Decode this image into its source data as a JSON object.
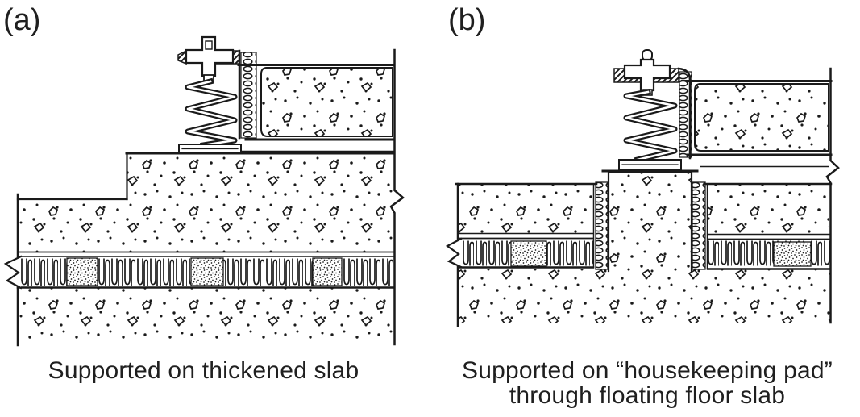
{
  "figure": {
    "background": "#ffffff",
    "line_color": "#1a1a1a",
    "panel_a": {
      "label": "(a)",
      "caption": "Supported on thickened slab"
    },
    "panel_b": {
      "label": "(b)",
      "caption_line1": "Supported on “housekeeping pad”",
      "caption_line2": "through floating floor slab"
    }
  }
}
